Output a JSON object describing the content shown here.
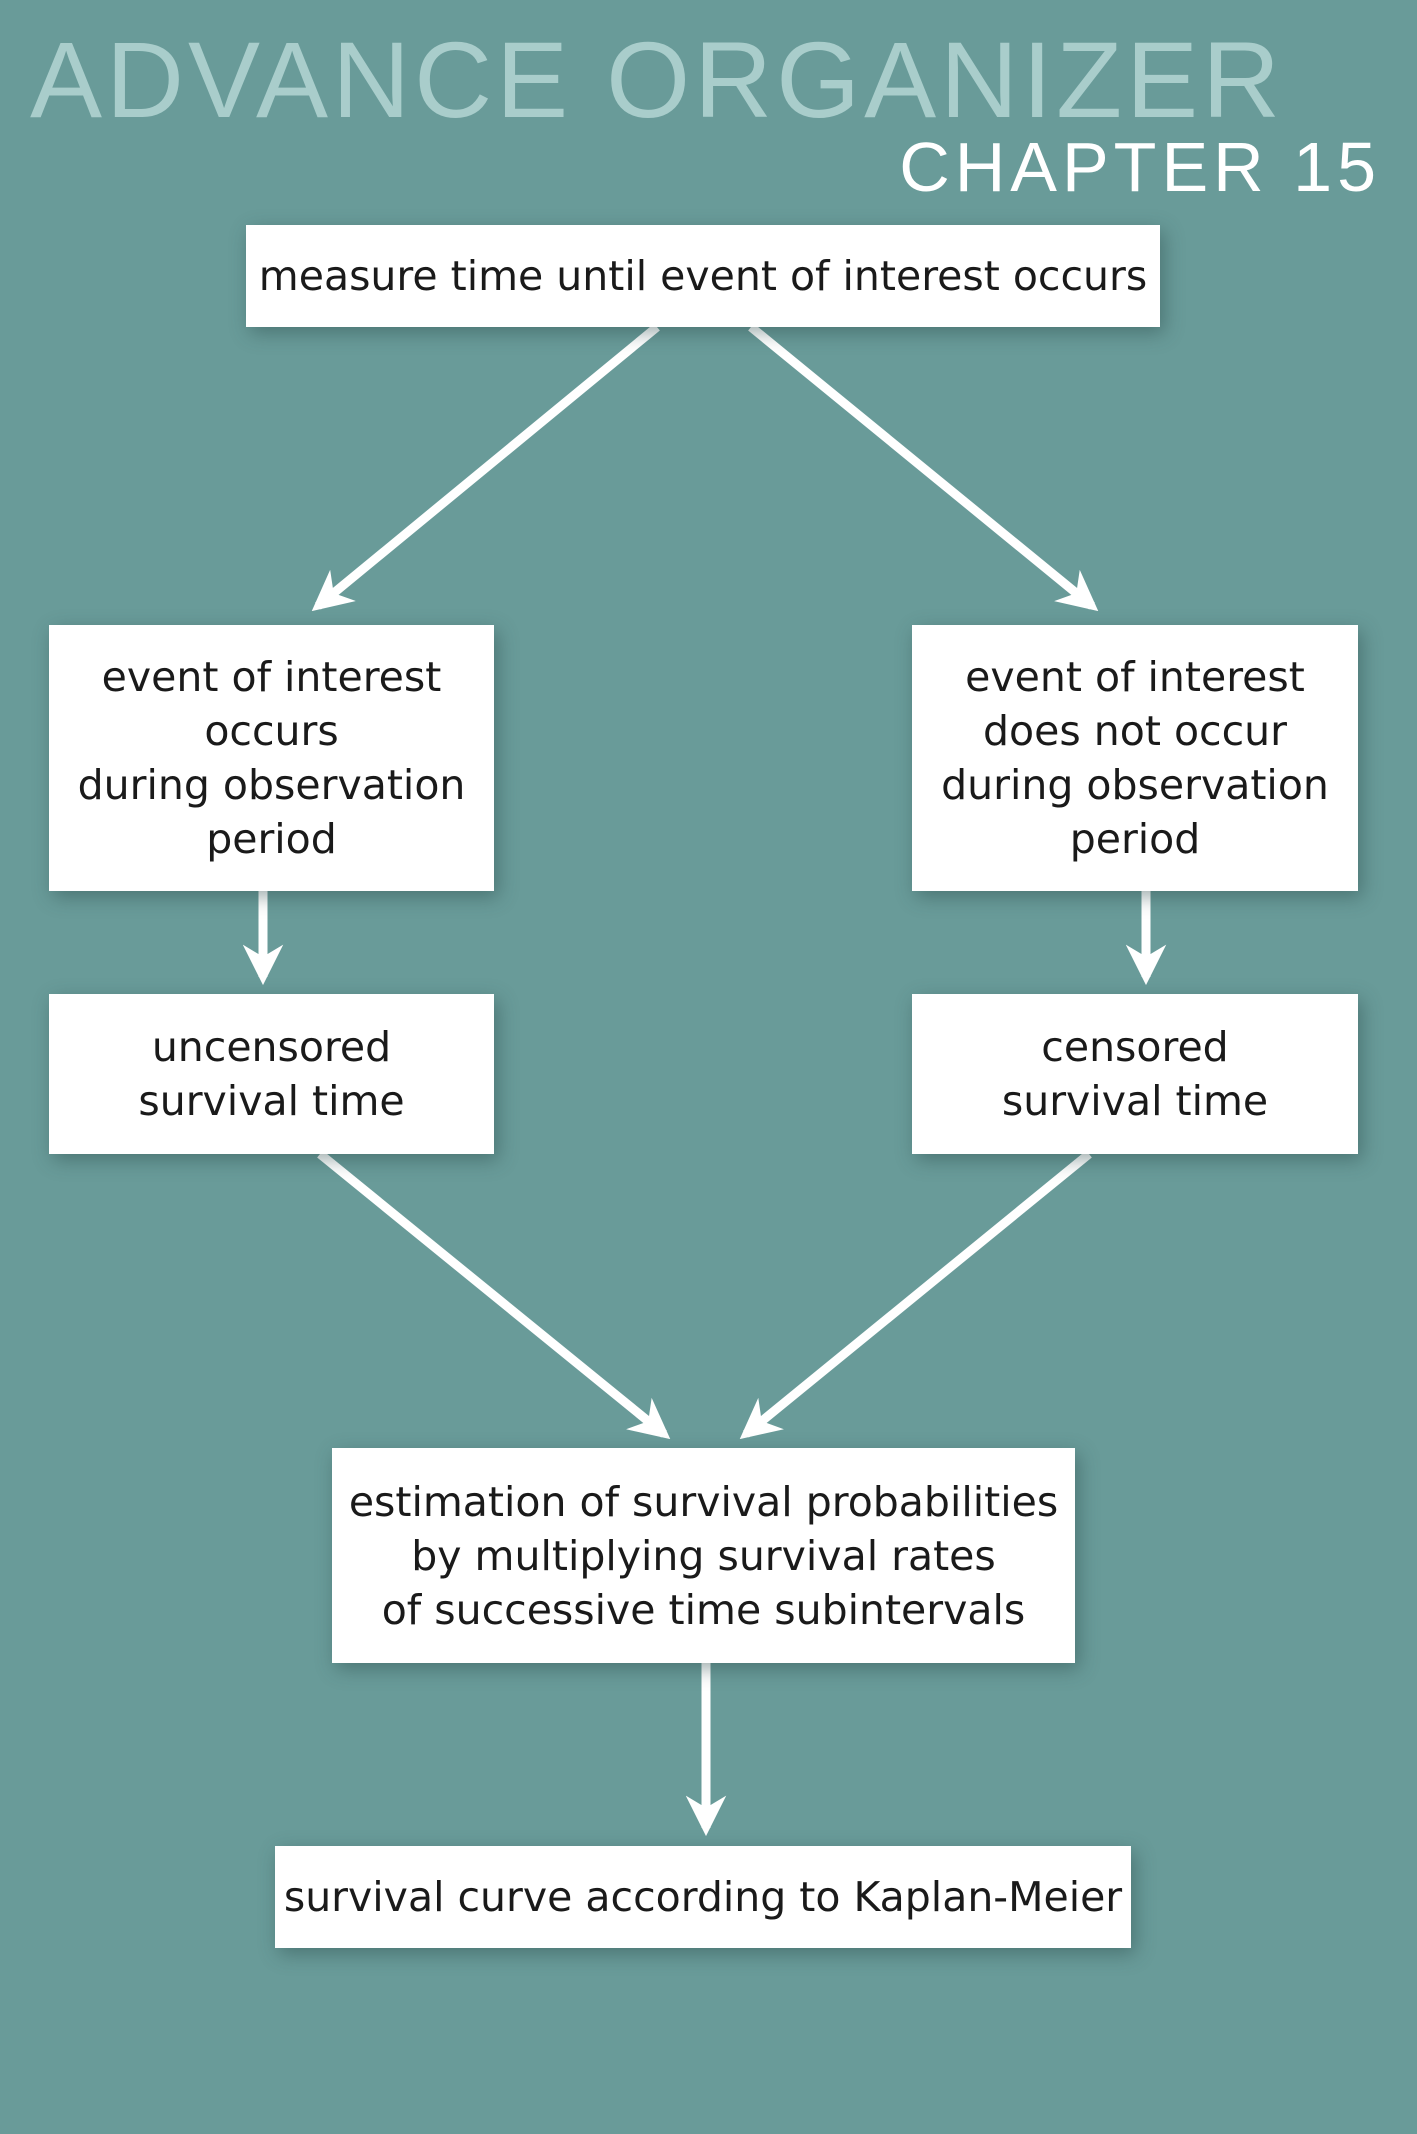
{
  "header": {
    "title": "ADVANCE ORGANIZER",
    "chapter": "CHAPTER 15"
  },
  "boxes": {
    "start": [
      "measure time until event of interest occurs"
    ],
    "event_occurs": [
      "event of interest",
      "occurs",
      "during observation",
      "period"
    ],
    "event_not_occurs": [
      "event of interest",
      "does not occur",
      "during observation",
      "period"
    ],
    "uncensored": [
      "uncensored",
      "survival time"
    ],
    "censored": [
      "censored",
      "survival time"
    ],
    "estimation": [
      "estimation of survival probabilities",
      "by multiplying survival rates",
      "of successive time subintervals"
    ],
    "result": [
      "survival curve according to Kaplan-Meier"
    ]
  },
  "colors": {
    "background": "#699b99",
    "title": "#a9cdcb",
    "box": "#ffffff",
    "arrow": "#ffffff"
  }
}
